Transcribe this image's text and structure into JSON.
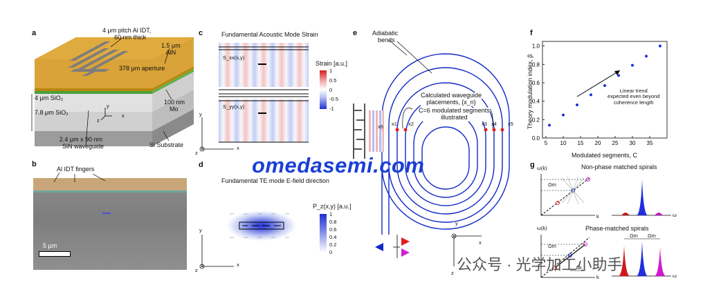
{
  "panels": {
    "a": {
      "label": "a",
      "idt_label_line1": "4 μm pitch Al IDT,",
      "idt_label_line2": "60 nm thick",
      "aln_label_line1": "1.5 μm",
      "aln_label_line2": "AlN",
      "aperture_label": "378 μm aperture",
      "sio2_top": "4 μm SiO₂",
      "sio2_bottom": "7.8 μm SiO₂",
      "mo_line1": "100 nm",
      "mo_line2": "Mo",
      "waveguide_line1": "2.4 μm x 90 nm",
      "waveguide_line2": "SiN waveguide",
      "substrate": "Si Substrate",
      "axes": {
        "x": "x",
        "y": "y",
        "z": "z"
      }
    },
    "b": {
      "label": "b",
      "fingers_label": "Al IDT fingers",
      "scale_bar": "5 μm"
    },
    "c": {
      "label": "c",
      "title": "Fundamental Acoustic Mode Strain",
      "sxx": "S_xx(x,y)",
      "syy": "S_yy(x,y)",
      "colorbar_title": "Strain [a.u.]",
      "colorbar_ticks": [
        "1",
        "0.5",
        "0",
        "-0.5",
        "-1"
      ],
      "axes": {
        "x": "x",
        "y": "y",
        "z": "z"
      }
    },
    "d": {
      "label": "d",
      "title": "Fundamental TE mode E-field direction",
      "colorbar_title": "P_z(x,y) [a.u.]",
      "colorbar_ticks": [
        "1",
        "0.8",
        "0.6",
        "0.4",
        "0.2",
        "0"
      ],
      "axes": {
        "x": "x",
        "y": "y",
        "z": "z"
      }
    },
    "e": {
      "label": "e",
      "adiabatic_line1": "Adiabatic",
      "adiabatic_line2": "bends",
      "calc_line1": "Calculated waveguide",
      "calc_line2": "placements, {x_n}",
      "c_line1": "C=6 modulated segments",
      "c_line2": "illustrated",
      "x_labels": [
        "x6",
        "x1",
        "x2",
        "x3",
        "x4",
        "x5"
      ],
      "axes": {
        "x": "x",
        "y": "y",
        "z": "z"
      }
    },
    "f": {
      "label": "f",
      "ylabel": "Theory modulation index, β",
      "xlabel": "Modulated segments, C",
      "annotation_line1": "Linear trend",
      "annotation_line2": "expected even beyond",
      "annotation_line3": "coherence length"
    },
    "g": {
      "label": "g",
      "title_top": "Non-phase matched spirals",
      "title_bottom": "Phase-matched spirals",
      "omega_k": "ω(k)",
      "k": "k",
      "omega": "ω",
      "omega_m": "Ωm",
      "delta_k": "Δk"
    }
  },
  "chart_data": {
    "type": "scatter",
    "title": "",
    "xlabel": "Modulated segments, C",
    "ylabel": "Theory modulation index, β",
    "xlim": [
      4,
      40
    ],
    "ylim": [
      0,
      1.05
    ],
    "xticks": [
      5,
      10,
      15,
      20,
      25,
      30,
      35
    ],
    "yticks": [
      0.0,
      0.2,
      0.4,
      0.6,
      0.8,
      1.0
    ],
    "x": [
      6,
      10,
      14,
      18,
      22,
      26,
      30,
      34,
      38
    ],
    "y": [
      0.14,
      0.25,
      0.36,
      0.47,
      0.57,
      0.68,
      0.79,
      0.89,
      1.0
    ],
    "color": "#1f2fe0",
    "grid": false
  },
  "watermark": {
    "text": "omedasemi.com",
    "wechat": "公众号 · 光学加工小助手"
  }
}
